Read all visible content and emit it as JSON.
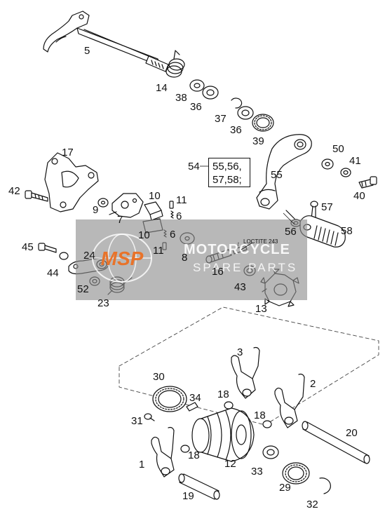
{
  "labels": {
    "l5": "5",
    "l14": "14",
    "l38": "38",
    "l36a": "36",
    "l37": "37",
    "l36b": "36",
    "l39": "39",
    "l17": "17",
    "l42": "42",
    "l9": "9",
    "l7": "7",
    "l10a": "10",
    "l11a": "11",
    "l6a": "6",
    "l10b": "10",
    "l6b": "6",
    "l11b": "11",
    "l8": "8",
    "l45": "45",
    "l44": "44",
    "l24": "24",
    "l52": "52",
    "l23": "23",
    "l16": "16",
    "l43": "43",
    "l13": "13",
    "l54": "54",
    "l55": "55",
    "l50": "50",
    "l41": "41",
    "l40": "40",
    "l57": "57",
    "l56": "56",
    "l58": "58",
    "l3": "3",
    "l2": "2",
    "l30": "30",
    "l34": "34",
    "l18a": "18",
    "l18b": "18",
    "l18c": "18",
    "l31": "31",
    "l1": "1",
    "l12": "12",
    "l20": "20",
    "l33": "33",
    "l29": "29",
    "l19": "19",
    "l32": "32"
  },
  "ref_box": {
    "line1": "55,56,",
    "line2": "57,58;"
  },
  "loctite_note": "LOCTITE 243",
  "watermark": {
    "logo_text": "MSP",
    "brand": "MOTORCYCLE",
    "sub": "SPARE PARTS"
  },
  "colors": {
    "ink": "#111111",
    "watermark_band": "#8c8c8c",
    "watermark_logo": "#e8732a"
  }
}
